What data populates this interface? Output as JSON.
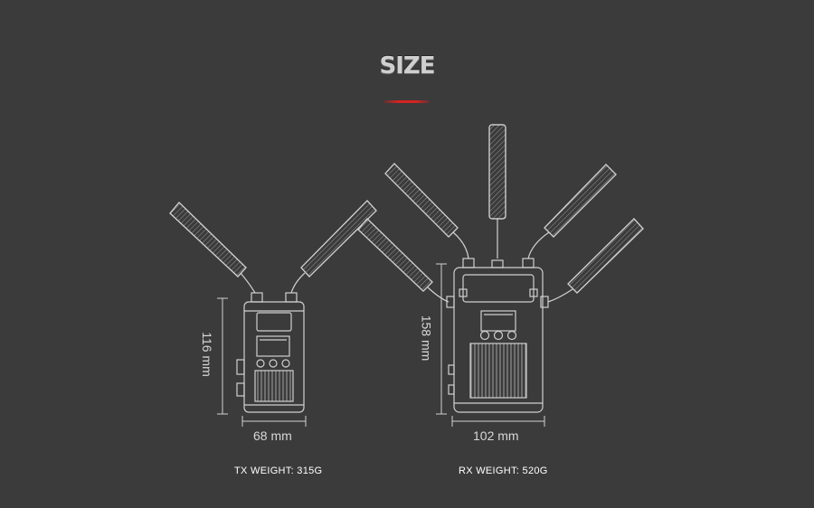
{
  "page": {
    "title": "SIZE",
    "accent_color": "#d42323",
    "background_color": "#3b3b3b"
  },
  "tx": {
    "height_label": "116 mm",
    "width_label": "68 mm",
    "weight_label": "TX WEIGHT: 315G"
  },
  "rx": {
    "height_label": "158 mm",
    "width_label": "102 mm",
    "weight_label": "RX WEIGHT: 520G"
  }
}
